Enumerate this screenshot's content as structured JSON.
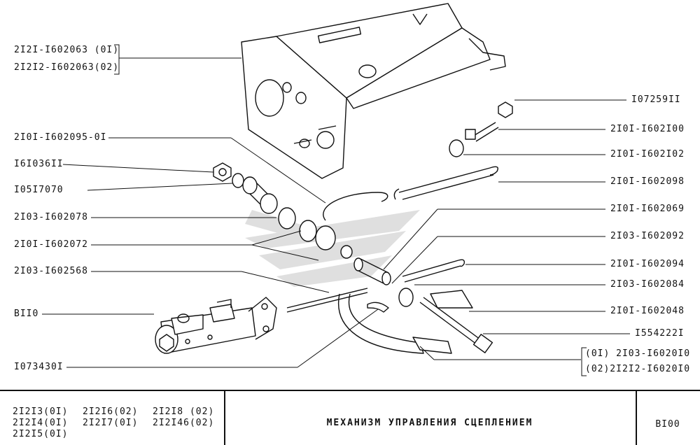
{
  "labels_left": [
    {
      "id": "l1",
      "text": "2I2I-I602063 (0I)"
    },
    {
      "id": "l2",
      "text": "2I2I2-I602063(02)"
    },
    {
      "id": "l3",
      "text": "2I0I-I602095-0I"
    },
    {
      "id": "l4",
      "text": "I6I036II"
    },
    {
      "id": "l5",
      "text": "I05I7070"
    },
    {
      "id": "l6",
      "text": "2I03-I602078"
    },
    {
      "id": "l7",
      "text": "2I0I-I602072"
    },
    {
      "id": "l8",
      "text": "2I03-I602568"
    },
    {
      "id": "l9",
      "text": "BII0"
    },
    {
      "id": "l10",
      "text": "I073430I"
    }
  ],
  "labels_right": [
    {
      "id": "r1",
      "text": "I07259II"
    },
    {
      "id": "r2",
      "text": "2I0I-I602I00"
    },
    {
      "id": "r3",
      "text": "2I0I-I602I02"
    },
    {
      "id": "r4",
      "text": "2I0I-I602098"
    },
    {
      "id": "r5",
      "text": "2I0I-I602069"
    },
    {
      "id": "r6",
      "text": "2I03-I602092"
    },
    {
      "id": "r7",
      "text": "2I0I-I602094"
    },
    {
      "id": "r8",
      "text": "2I03-I602084"
    },
    {
      "id": "r9",
      "text": "2I0I-I602048"
    },
    {
      "id": "r10",
      "text": "I554222I"
    },
    {
      "id": "r11",
      "text": "(0I) 2I03-I6020I0"
    },
    {
      "id": "r12",
      "text": "(02)2I2I2-I6020I0"
    }
  ],
  "title_block": {
    "codes": [
      [
        "2I2I3(0I)",
        "2I2I6(02)",
        "2I2I8 (02)"
      ],
      [
        "2I2I4(0I)",
        "2I2I7(0I)",
        "2I2I46(02)"
      ],
      [
        "2I2I5(0I)",
        "",
        ""
      ]
    ],
    "title": "МЕХАНИЗМ  УПРАВЛЕНИЯ  СЦЕПЛЕНИЕМ",
    "sheet": "BI00"
  }
}
